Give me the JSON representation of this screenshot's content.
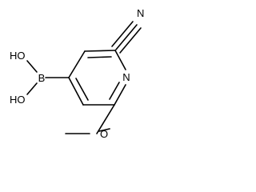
{
  "structure": {
    "labels": {
      "nitrile_n": "N",
      "ring_n": "N",
      "boron": "B",
      "hydroxyl_upper": "HO",
      "hydroxyl_lower": "HO",
      "methoxy_o": "O"
    }
  }
}
